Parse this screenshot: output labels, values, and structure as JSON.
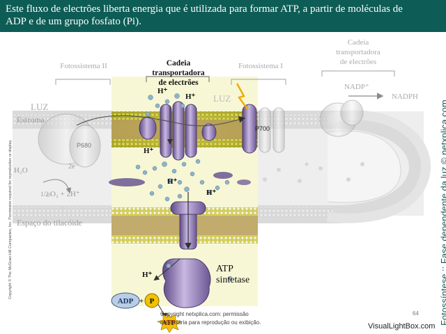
{
  "header": {
    "line1": "Este fluxo de electrões liberta energia que é utilizada para formar ATP, a partir de moléculas de",
    "line2": "ADP e de um grupo fosfato (Pi)."
  },
  "labels": {
    "cadeia_center_1": "Cadeia",
    "cadeia_center_2": "transportadora",
    "cadeia_center_3": "de electrões",
    "cadeia_right_1": "Cadeia",
    "cadeia_right_2": "transportadora",
    "cadeia_right_3": "de electrões",
    "fotossistema_2": "Fotossistema II",
    "fotossistema_1": "Fotossistema I",
    "luz_left": "LUZ",
    "luz_right": "LUZ",
    "estroma": "Estroma",
    "p680": "P680",
    "p700": "P700",
    "h2o": "H₂O",
    "two_e": "2e⁻",
    "o2_half": "1/2",
    "o2_rest": "O₂ + 2H⁺",
    "espaco": "Espaço do tilacóide",
    "nadp_plus": "NADP⁺",
    "nadph": "NADPH",
    "h_plus": "H⁺",
    "atp_sintetase_1": "ATP",
    "atp_sintetase_2": "sintetase",
    "adp": "ADP",
    "plus": "+",
    "p": "P",
    "atp": "ATP"
  },
  "side_copyright": "Copyright © The McGraw-Hill Companies, Inc. Permission required for reproduction or display.",
  "side_title": "Fotossíntese :: Fase dependente da luz © netxplica.com",
  "watermark": {
    "line1": "Copyright netxplica.com: permissão",
    "line2": "necessária para reprodução ou exibição."
  },
  "page_number": "64",
  "footer_brand": "VisualLightBox.com",
  "colors": {
    "header_bg": "#0d5c55",
    "membrane_yellow": "#c9c23a",
    "protein_purple": "#8a6fb0",
    "particle_blue": "#8fb3c9",
    "atp_yellow": "#f2c200"
  }
}
